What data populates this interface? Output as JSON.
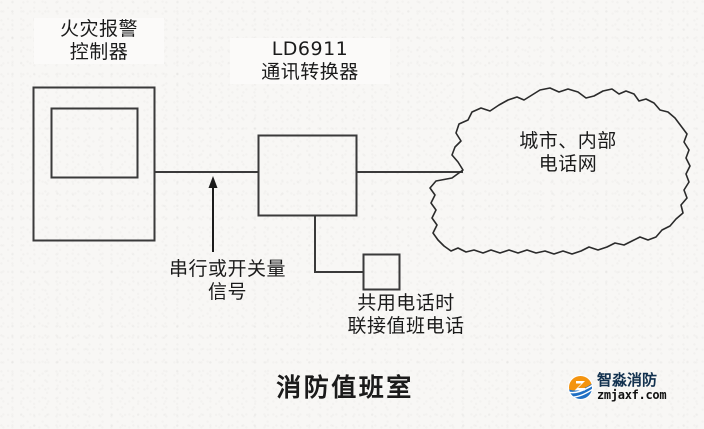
{
  "diagram": {
    "title_bottom": "消防值班室",
    "nodes": {
      "controller": {
        "label_line1": "火灾报警",
        "label_line2": "控制器",
        "name": "fire-alarm-controller"
      },
      "converter": {
        "label_line1": "LD6911",
        "label_line2": "通讯转换器",
        "name": "communication-converter"
      },
      "cloud": {
        "label_line1": "城市、内部",
        "label_line2": "电话网",
        "name": "telephone-network-cloud"
      },
      "duty_phone": {
        "label_line1": "共用电话时",
        "label_line2": "联接值班电话",
        "name": "duty-phone-box"
      }
    },
    "connections": {
      "signal_label_line1": "串行或开关量",
      "signal_label_line2": "信号"
    },
    "colors": {
      "background": "#f8f7f5",
      "stroke": "#3a3a3a",
      "text": "#1b1b1b",
      "watermark_title": "#12314f",
      "logo_orange": "#f08a1c",
      "logo_blue": "#1f6fc4"
    }
  },
  "watermark": {
    "brand": "智淼消防",
    "url": "zmjaxf.com",
    "logo_icon": "zm-circle-logo-icon"
  }
}
